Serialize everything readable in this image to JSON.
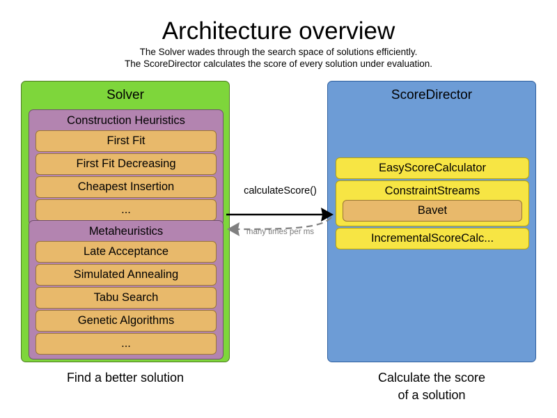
{
  "header": {
    "title": "Architecture overview",
    "subtitle_line1": "The Solver wades through the search space of solutions efficiently.",
    "subtitle_line2": "The ScoreDirector calculates the score of every solution under evaluation."
  },
  "colors": {
    "solver_panel": "#7ed63b",
    "scoredirector_panel": "#6d9cd6",
    "group_purple": "#b384b0",
    "chip_tan": "#e8b96b",
    "chip_yellow": "#f7e544",
    "arrow_solid": "#000000",
    "arrow_dashed": "#808080"
  },
  "solver": {
    "title": "Solver",
    "caption_line1": "Find a better solution",
    "groups": [
      {
        "title": "Construction Heuristics",
        "items": [
          "First Fit",
          "First Fit Decreasing",
          "Cheapest Insertion",
          "..."
        ]
      },
      {
        "title": "Metaheuristics",
        "items": [
          "Late Acceptance",
          "Simulated Annealing",
          "Tabu Search",
          "Genetic Algorithms",
          "..."
        ]
      }
    ]
  },
  "score_director": {
    "title": "ScoreDirector",
    "caption_line1": "Calculate the score",
    "caption_line2": "of a solution",
    "items": [
      {
        "label": "EasyScoreCalculator",
        "nested": null
      },
      {
        "label": "ConstraintStreams",
        "nested": "Bavet"
      },
      {
        "label": "IncrementalScoreCalc...",
        "nested": null
      }
    ]
  },
  "arrows": {
    "request_label": "calculateScore()",
    "response_label": "many times per ms"
  }
}
